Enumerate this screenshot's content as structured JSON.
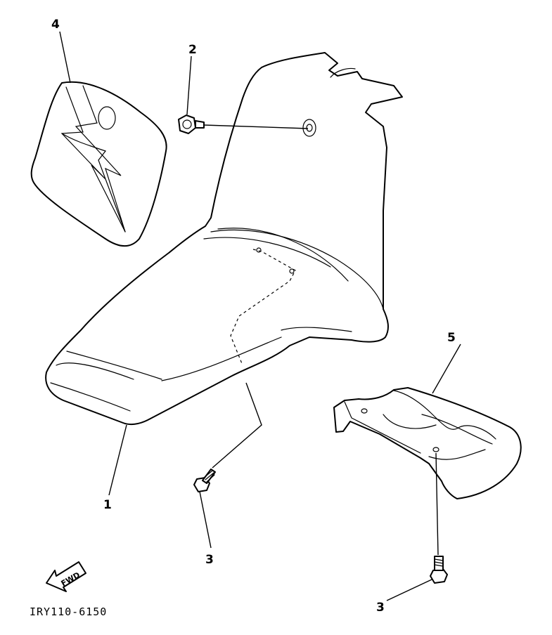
{
  "callouts": {
    "part_1": "1",
    "part_2": "2",
    "part_3_left": "3",
    "part_3_right": "3",
    "part_4": "4",
    "part_5": "5"
  },
  "fwd_label": "FWD",
  "diagram_code": "IRY110-6150"
}
